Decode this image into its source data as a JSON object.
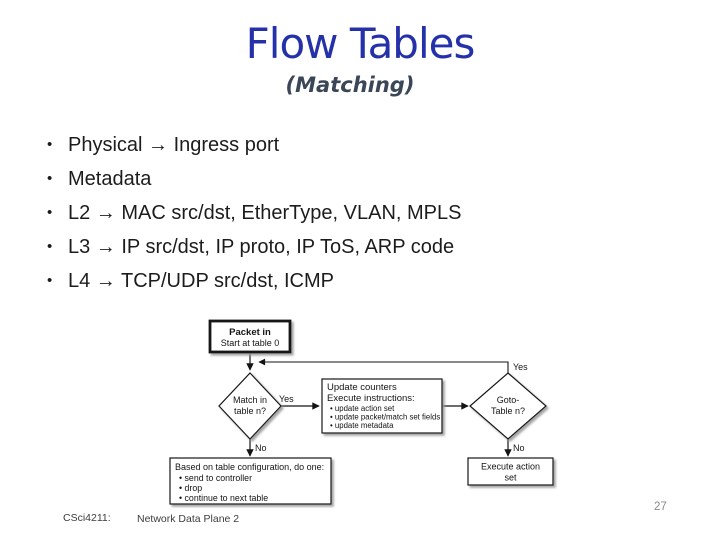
{
  "header": {
    "title": "Flow Tables",
    "subtitle": "(Matching)",
    "title_color": "#2431a8",
    "subtitle_color": "#3b4757"
  },
  "bullet_glyph": "•",
  "bullets": [
    "Physical → Ingress port",
    "Metadata",
    "L2 → MAC src/dst, EtherType, VLAN, MPLS",
    "L3 → IP src/dst, IP proto, IP ToS, ARP code",
    "L4 → TCP/UDP src/dst, ICMP"
  ],
  "flowchart": {
    "start_box": {
      "line1": "Packet in",
      "line2": "Start at table 0"
    },
    "match_diamond": {
      "line1": "Match in",
      "line2": "table n?"
    },
    "update_box": {
      "line1": "Update counters",
      "line2": "Execute instructions:",
      "items": [
        "• update action set",
        "• update packet/match set fields",
        "• update metadata"
      ]
    },
    "goto_diamond": {
      "line1": "Goto-",
      "line2": "Table n?"
    },
    "config_box": {
      "line1": "Based on table configuration, do one:",
      "items": [
        "• send to controller",
        "• drop",
        "• continue to next table"
      ]
    },
    "execute_box": {
      "line1": "Execute action",
      "line2": "set"
    },
    "labels": {
      "match_yes": "Yes",
      "match_no": "No",
      "goto_yes": "Yes",
      "goto_no": "No"
    }
  },
  "footer": {
    "course": "CSci4211:",
    "lesson": "Network Data Plane 2",
    "page": "27"
  }
}
